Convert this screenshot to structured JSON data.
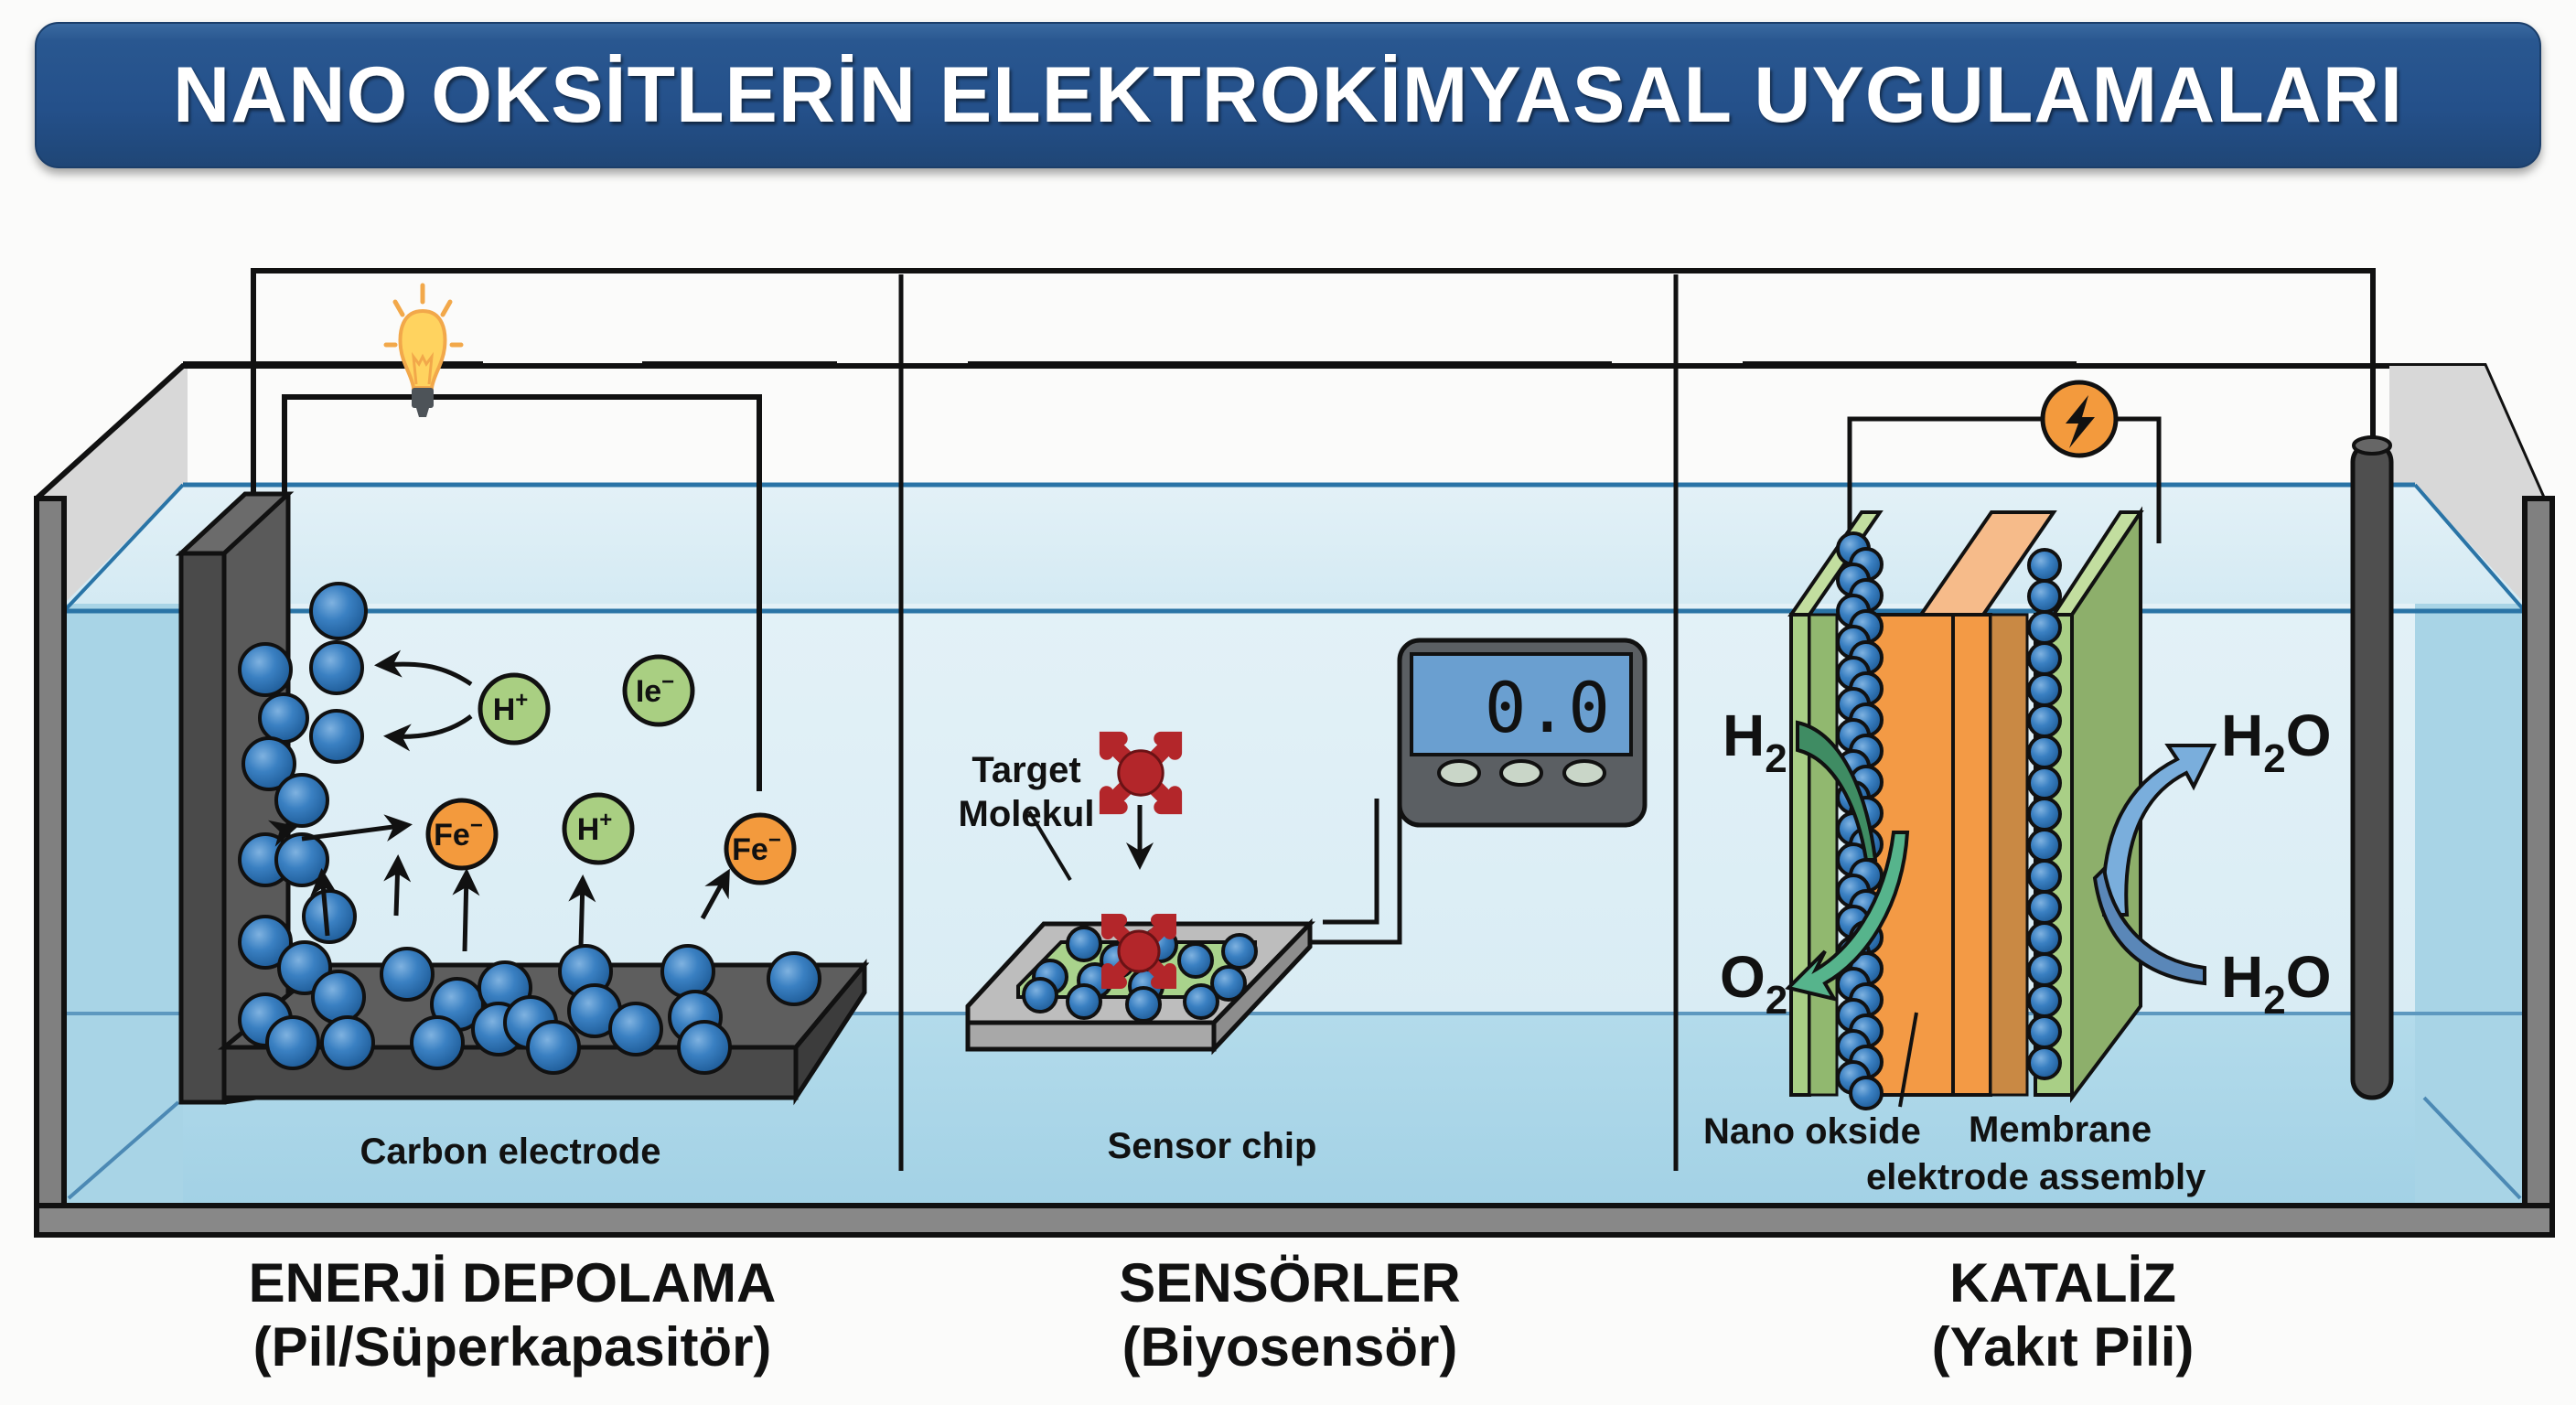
{
  "title": "NANO OKSİTLERİN ELEKTROKİMYASAL UYGULAMALARI",
  "colors": {
    "banner": "#24508a",
    "water_light": "#dcedf4",
    "water_deep": "#a8d4e6",
    "nanoparticle": "#2f73b5",
    "ion_green": "#a9cf82",
    "ion_orange": "#f39a3d",
    "electrode_dark": "#4a4a4a",
    "membrane_orange": "#f39a45",
    "mea_green": "#a7cd86",
    "molecule_red": "#b3262a",
    "display_blue": "#6a9fd0"
  },
  "panels": [
    {
      "id": "energy-storage",
      "title": "ENERJİ DEPOLAMA",
      "subtitle": "(Pil/Süperkapasitör)",
      "labels": {
        "electrode": "Carbon electrode"
      },
      "icons": [
        "light-bulb-icon"
      ],
      "ions": [
        {
          "label": "H",
          "sup": "+",
          "type": "green"
        },
        {
          "label": "Ie",
          "sup": "−",
          "type": "green"
        },
        {
          "label": "Fe",
          "sup": "−",
          "type": "orange"
        },
        {
          "label": "H",
          "sup": "+",
          "type": "green"
        },
        {
          "label": "Fe",
          "sup": "−",
          "type": "orange"
        }
      ]
    },
    {
      "id": "sensors",
      "title": "SENSÖRLER",
      "subtitle": "(Biyosensör)",
      "labels": {
        "target_line1": "Target",
        "target_line2": "Molekul",
        "chip": "Sensor chip"
      },
      "meter_reading": "0.0"
    },
    {
      "id": "catalysis",
      "title": "KATALİZ",
      "subtitle": "(Yakıt Pili)",
      "labels": {
        "nano_oxide": "Nano okside",
        "membrane": "Membrane",
        "mea": "elektrode assembly"
      },
      "species": {
        "h2": {
          "base": "H",
          "sub": "2"
        },
        "o2": {
          "base": "O",
          "sub": "2"
        },
        "h2o_top": {
          "base": "H",
          "sub": "2",
          "tail": "O"
        },
        "h2o_bottom": {
          "base": "H",
          "sub": "2",
          "tail": "O"
        }
      }
    }
  ]
}
